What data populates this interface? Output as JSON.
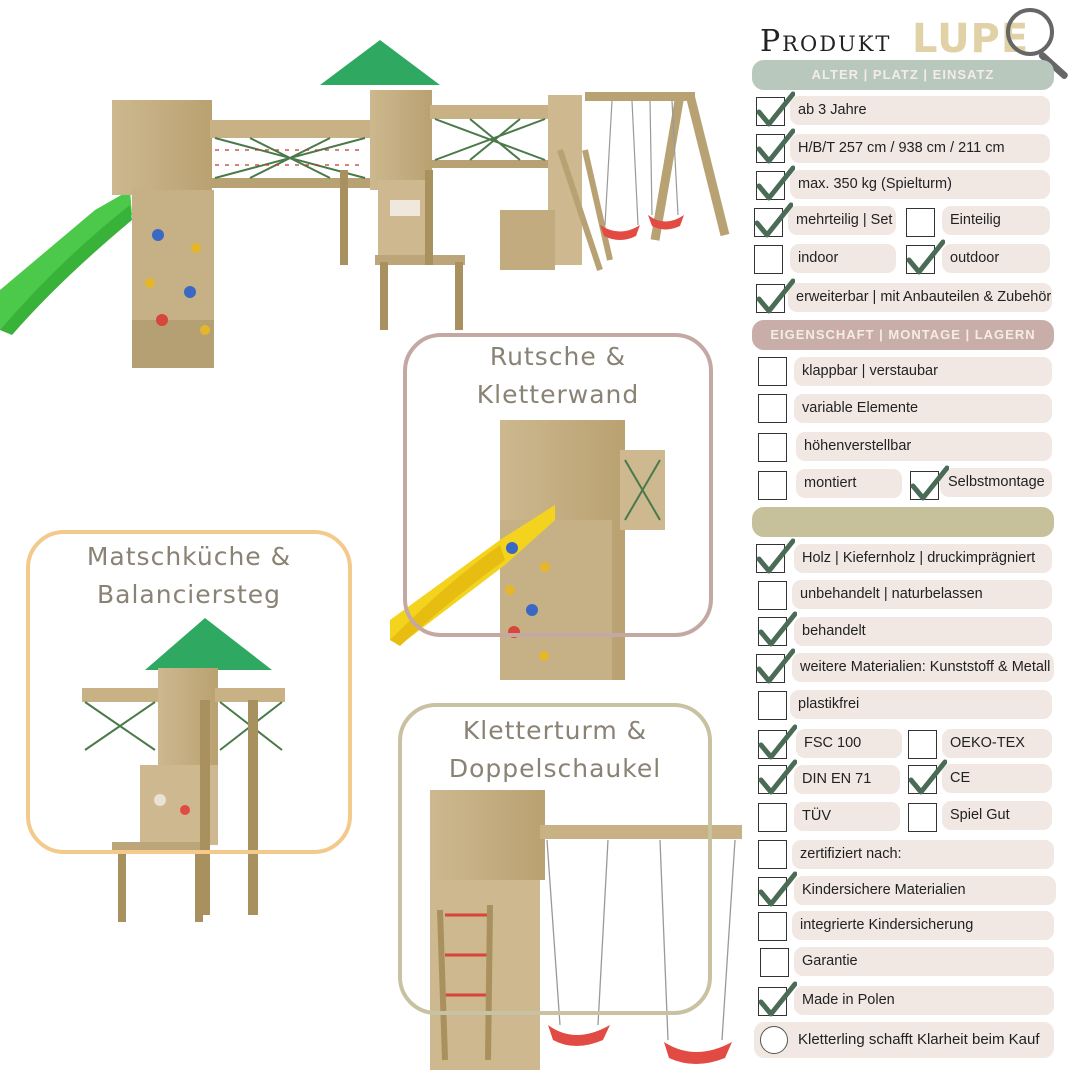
{
  "brand": {
    "part1": "Produkt",
    "part2": "LUPE"
  },
  "colors": {
    "header_sage": "#b8c8bd",
    "header_rose": "#c9ada9",
    "header_olive": "#c6c09b",
    "row_bg": "#f1e8e4",
    "check": "#4a6b56",
    "frame_rose": "#c4a8a4",
    "frame_peach": "#f3ca8c",
    "frame_olive": "#c8c2a3"
  },
  "sections": [
    {
      "title": "ALTER | PLATZ | EINSATZ"
    },
    {
      "title": "EIGENSCHAFT | MONTAGE | LAGERN"
    },
    {
      "title": ""
    }
  ],
  "items": [
    {
      "label": "ab 3 Jahre",
      "checked": true
    },
    {
      "label": "H/B/T  257 cm / 938 cm / 211 cm",
      "checked": true
    },
    {
      "label": "max. 350 kg (Spielturm)",
      "checked": true
    },
    {
      "label": "mehrteilig | Set",
      "checked": true
    },
    {
      "label": "Einteilig",
      "checked": false
    },
    {
      "label": "indoor",
      "checked": false
    },
    {
      "label": "outdoor",
      "checked": true
    },
    {
      "label": "erweiterbar | mit Anbauteilen & Zubehör",
      "checked": true
    },
    {
      "label": "klappbar | verstaubar",
      "checked": false
    },
    {
      "label": "variable Elemente",
      "checked": false
    },
    {
      "label": "höhenverstellbar",
      "checked": false
    },
    {
      "label": "montiert",
      "checked": false
    },
    {
      "label": "Selbstmontage",
      "checked": true
    },
    {
      "label": "Holz | Kiefernholz | druckimprägniert",
      "checked": true
    },
    {
      "label": "unbehandelt | naturbelassen",
      "checked": false
    },
    {
      "label": "behandelt",
      "checked": true
    },
    {
      "label": "weitere Materialien: Kunststoff &  Metall",
      "checked": true
    },
    {
      "label": "plastikfrei",
      "checked": false
    },
    {
      "label": "FSC 100",
      "checked": true
    },
    {
      "label": "OEKO-TEX",
      "checked": false
    },
    {
      "label": "DIN EN 71",
      "checked": true
    },
    {
      "label": "CE",
      "checked": true
    },
    {
      "label": "TÜV",
      "checked": false
    },
    {
      "label": "Spiel Gut",
      "checked": false
    },
    {
      "label": "zertifiziert nach:",
      "checked": false
    },
    {
      "label": "Kindersichere Materialien",
      "checked": true
    },
    {
      "label": "integrierte Kindersicherung",
      "checked": false
    },
    {
      "label": "Garantie",
      "checked": false
    },
    {
      "label": "Made in Polen",
      "checked": true
    }
  ],
  "footer": {
    "text": "Kletterling schafft Klarheit beim Kauf",
    "logo_icon": "kletterling-logo-icon"
  },
  "frames": [
    {
      "line1": "Rutsche &",
      "line2": "Kletterwand"
    },
    {
      "line1": "Matschküche &",
      "line2": "Balanciersteg"
    },
    {
      "line1": "Kletterturm &",
      "line2": "Doppelschaukel"
    }
  ]
}
